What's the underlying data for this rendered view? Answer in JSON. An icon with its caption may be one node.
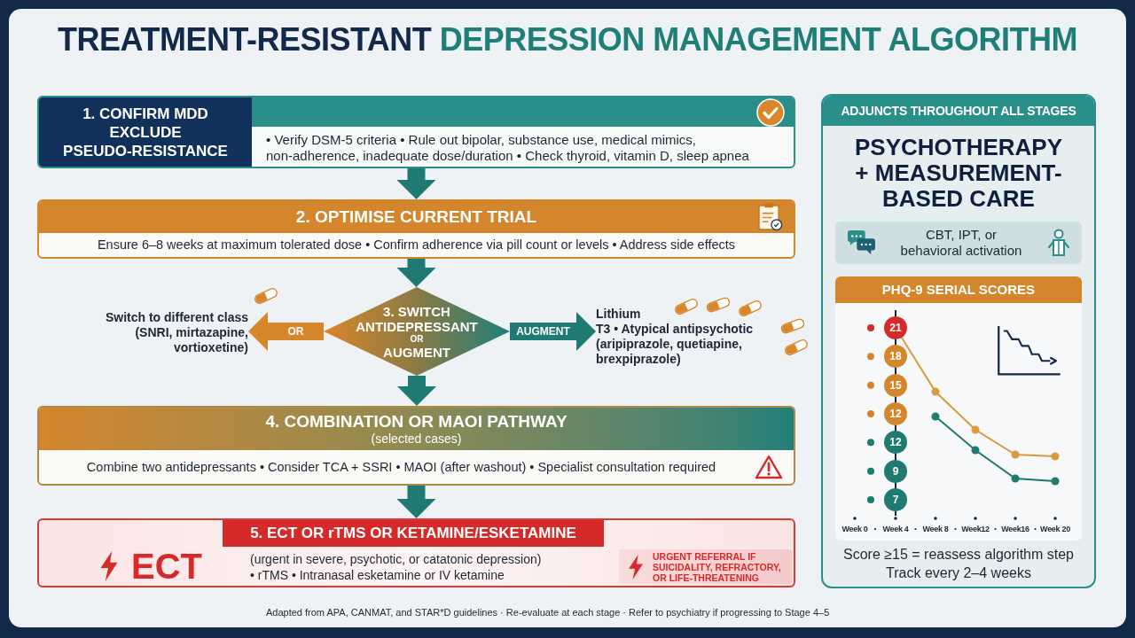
{
  "diagram": {
    "title": "TREATMENT-RESISTANT DEPRESSION MANAGEMENT ALGORITHM",
    "nodes": [
      {
        "text": [
          "1. CONFIRM MDD EXCLUDE PSEUDO-RESISTANCE",
          "• Verify DSM-5 criteria • Rule out bipolar, substance use, medical mimics, non-adherence, inadequate dose/duration • Check thyroid, vitamin D, sleep apnea"
        ]
      },
      {
        "text": [
          "2. OPTIMISE CURRENT TRIAL",
          "Ensure 6–8 weeks at maximum tolerated dose • Confirm adherence via pill count or levels • Address side effects"
        ]
      },
      {
        "text": [
          "3. SWITCH ANTIDEPRESSANT",
          "OR",
          "AUGMENT"
        ]
      },
      {
        "text": [
          "Switch to different class (SNRI, mirtazapine, vortioxetine)"
        ]
      },
      {
        "text": [
          "Lithium",
          "T3 • Atypical antipsychotic (aripiprazole, quetiapine, brexpiprazole)"
        ]
      },
      {
        "text": [
          "4. COMBINATION OR MAOI PATHWAY",
          "(selected cases)",
          "Combine two antidepressants • Consider TCA + SSRI • MAOI (after washout) • Specialist consultation required"
        ]
      },
      {
        "text": [
          "5. ECT OR rTMS OR KETAMINE/ESKETAMINE",
          "ECT",
          "(urgent in severe, psychotic, or catatonic depression) • rTMS • Intranasal esketamine or IV ketamine",
          "URGENT REFERRAL IF SUICIDALITY, REFRACTORY, OR LIFE-THREATENING"
        ]
      },
      {
        "text": [
          "ADJUNCTS THROUGHOUT ALL STAGES",
          "PSYCHOTHERAPY + MEASUREMENT-BASED CARE",
          "Score ≥15 = reassess algorithm step",
          "Track every 2–4 weeks"
        ]
      },
      {
        "text": [
          "CBT, IPT, or behavioral activation"
        ],
        "in": 7
      },
      {
        "text": [
          "PHQ-9 SERIAL SCORES"
        ],
        "in": 7
      }
    ],
    "edges": [
      {
        "from": 0,
        "to": 1,
        "arrow": "to"
      },
      {
        "from": 1,
        "to": 2,
        "arrow": "to"
      },
      {
        "from": 2,
        "to": 3,
        "arrow": "to",
        "label": "OR",
        "color": "#d6862b"
      },
      {
        "from": 2,
        "to": 4,
        "arrow": "to",
        "label": "AUGMENT"
      },
      {
        "from": 2,
        "to": 5,
        "arrow": "to"
      },
      {
        "from": 5,
        "to": 6,
        "arrow": "to"
      }
    ],
    "labels": [
      "21",
      "18",
      "15",
      "12",
      "12",
      "9",
      "7",
      "Week 0",
      "Week 4",
      "Week 8",
      "Week12",
      "Week16",
      "Week 20",
      "Adapted from APA, CANMAT, and STAR*D guidelines · Re-evaluate at each stage · Refer to psychiatry if progressing to Stage 4–5"
    ]
  }
}
